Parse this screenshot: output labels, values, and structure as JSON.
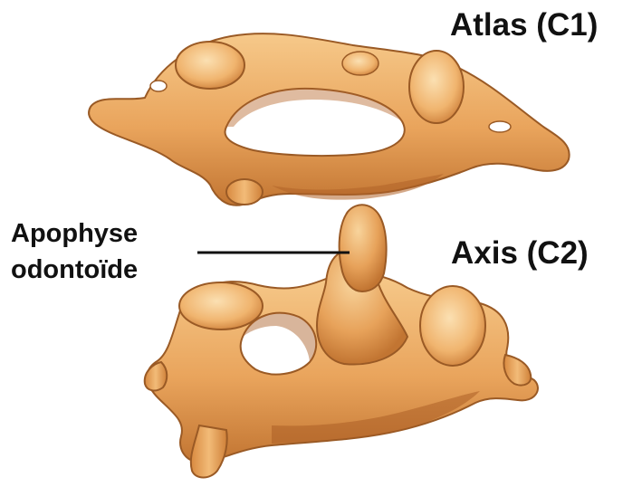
{
  "labels": {
    "atlas": "Atlas (C1)",
    "axis": "Axis (C2)",
    "dens_line1": "Apophyse",
    "dens_line2": "odontoïde"
  },
  "colors": {
    "bone": "#e9a45c",
    "bone_light": "#f6c98a",
    "bone_shadow": "#b86a2c",
    "outline": "#8a4d1f",
    "leader": "#111111",
    "text": "#111111"
  }
}
